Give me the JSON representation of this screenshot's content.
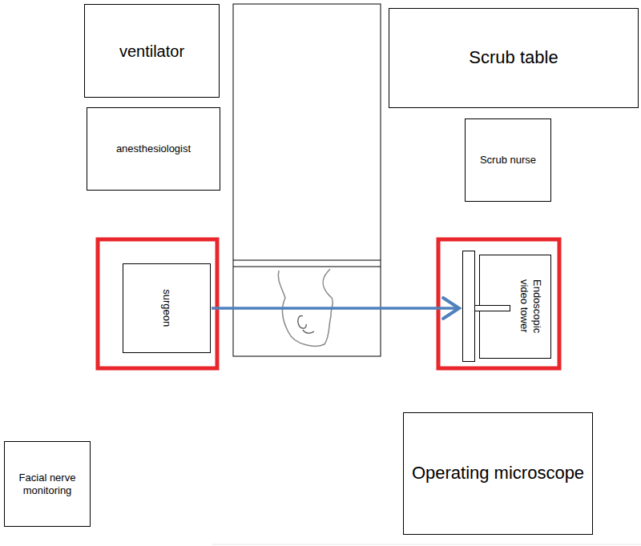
{
  "diagram": {
    "nodes": [
      {
        "text": [
          "ventilator"
        ]
      },
      {
        "text": [
          "Scrub table"
        ]
      },
      {
        "text": [
          "anesthesiologist"
        ]
      },
      {
        "text": [
          "Scrub nurse"
        ]
      },
      {
        "text": [
          "surgeon"
        ]
      },
      {
        "text": [
          "Endoscopic video tower"
        ]
      },
      {
        "text": [
          "Facial nerve monitoring"
        ]
      },
      {
        "text": [
          "Operating microscope"
        ]
      }
    ],
    "edges": [
      {
        "from": 4,
        "to": 5,
        "arrow": "to"
      }
    ]
  }
}
